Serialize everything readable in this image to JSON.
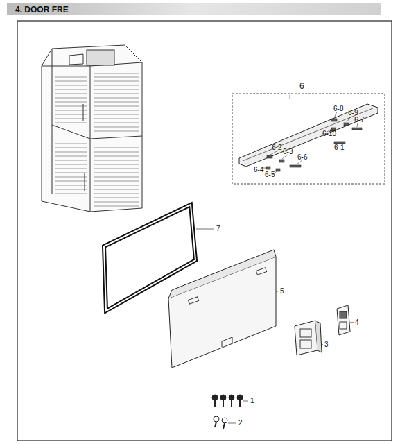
{
  "diagram": {
    "title": "4. DOOR FRE",
    "nodes": [
      {
        "text": [
          "6",
          "6-8",
          "6-9",
          "6-7",
          "6-10",
          "6-1",
          "6-2",
          "6-3",
          "6-6",
          "6-4",
          "6-5"
        ]
      }
    ],
    "labels": [
      "7",
      "5",
      "4",
      "3",
      "1",
      "2"
    ]
  }
}
